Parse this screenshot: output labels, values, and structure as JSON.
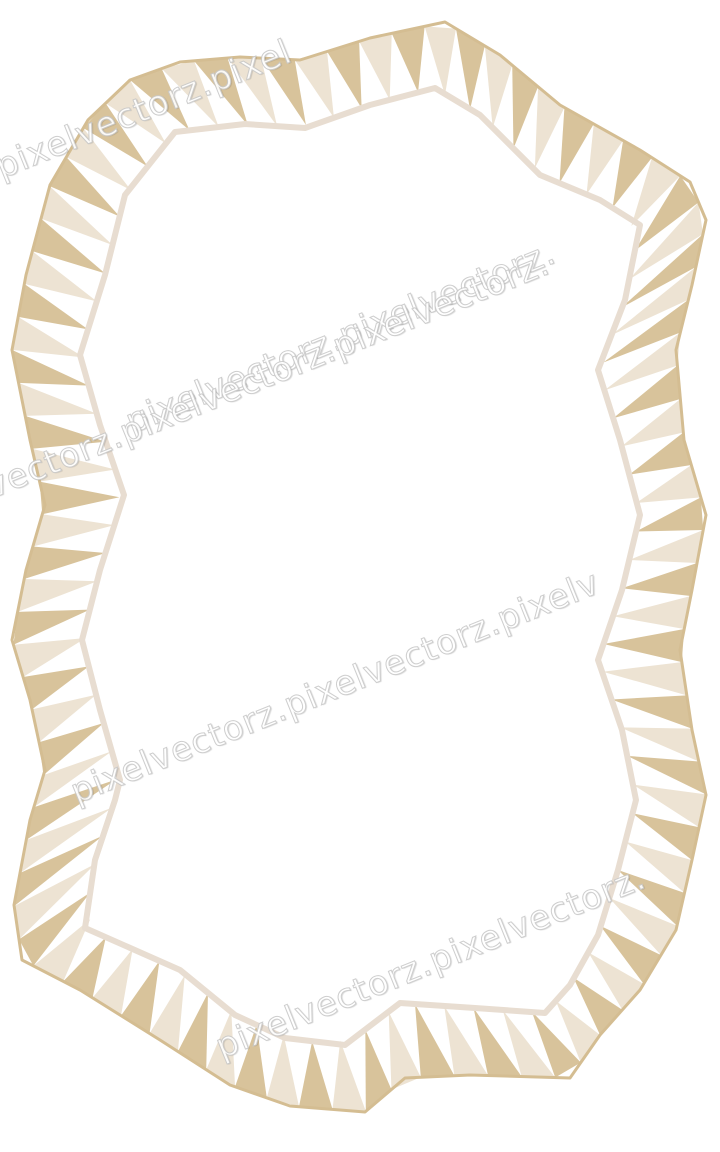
{
  "watermark": {
    "text": "pixelvectorz.pixelvectorz.",
    "lines": [
      "pixelvectorz.pixel",
      "pixelvectorz.pixelvectorz.",
      "vectorz.pixelvectorz.pixelvectorz.",
      "pixelvectorz.pixelvectorz.pixelv",
      "pixelvectorz.pixelvectorz."
    ]
  },
  "colors": {
    "background": "#ffffff",
    "tan": "#d8c39b",
    "cream": "#ede3d3",
    "outline": "#d4bd92",
    "inner_line": "#e8ddd1"
  }
}
